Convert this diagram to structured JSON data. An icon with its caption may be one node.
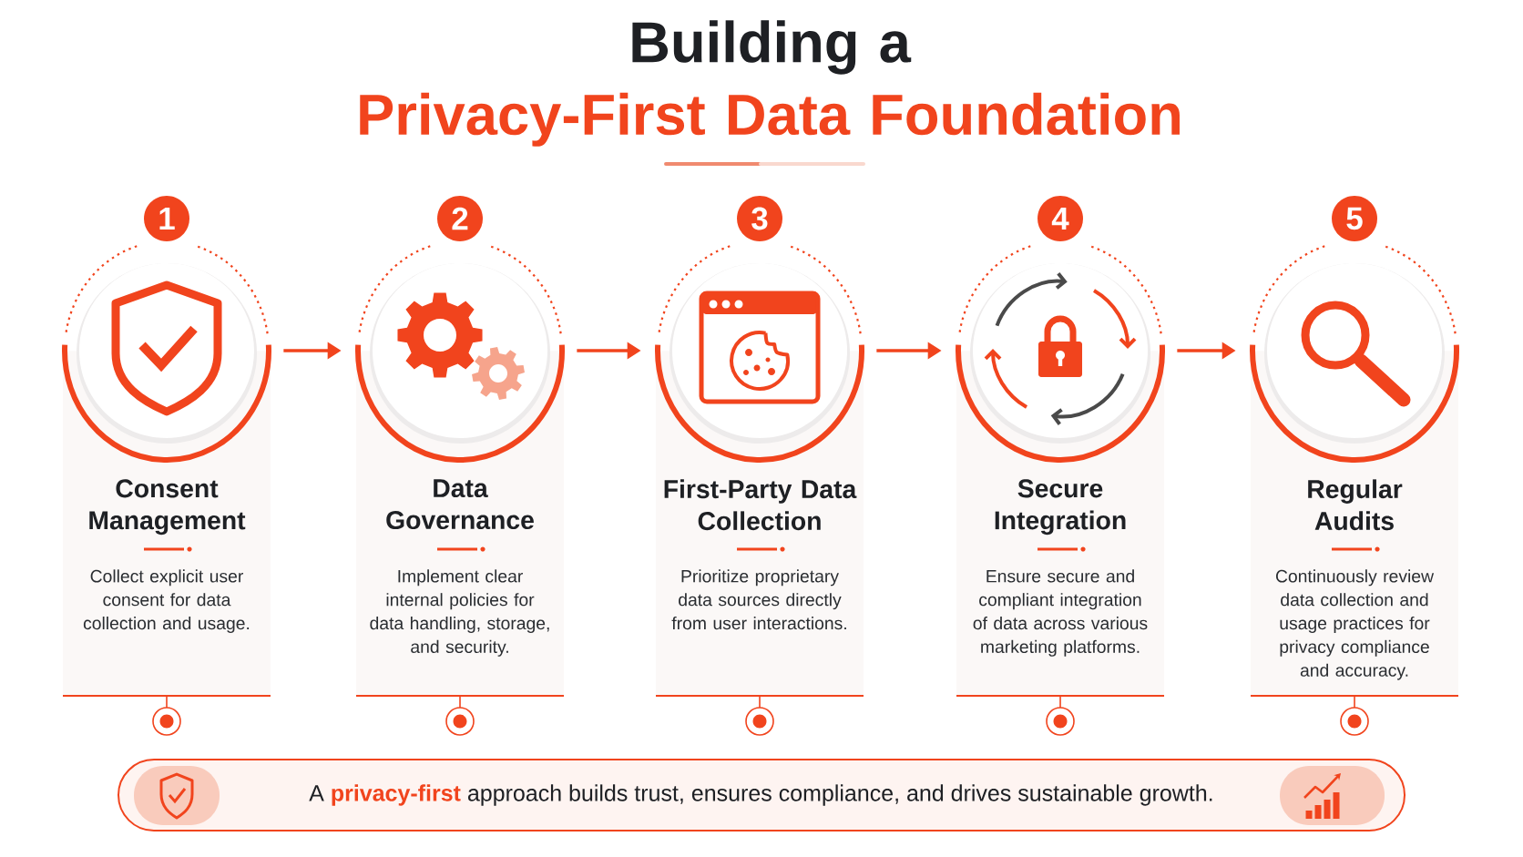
{
  "diagram": {
    "title": "Building a Privacy-First Data Foundation",
    "nodes": [
      {
        "text": [
          "1"
        ]
      },
      {
        "text": [],
        "shape": "circle"
      },
      {
        "text": [
          "Consent Management",
          "Collect explicit user consent for data collection and usage."
        ]
      },
      {
        "text": [
          "2"
        ]
      },
      {
        "text": [],
        "shape": "circle"
      },
      {
        "text": [
          "Data Governance",
          "Implement clear internal policies for data handling, storage, and security."
        ]
      },
      {
        "text": [
          "3"
        ]
      },
      {
        "text": [],
        "shape": "circle"
      },
      {
        "text": [
          "First-Party Data Collection",
          "Prioritize proprietary data sources directly from user interactions."
        ]
      },
      {
        "text": [
          "4"
        ]
      },
      {
        "text": [],
        "shape": "circle"
      },
      {
        "text": [
          "Secure Integration",
          "Ensure secure and compliant integration of data across various marketing platforms."
        ]
      },
      {
        "text": [
          "5"
        ]
      },
      {
        "text": [],
        "shape": "circle"
      },
      {
        "text": [
          "Regular Audits",
          "Continuously review data collection and usage practices for privacy compliance and accuracy."
        ]
      },
      {
        "text": [
          "A **privacy-first** approach builds trust, ensures compliance, and drives sustainable growth."
        ]
      }
    ],
    "edges": [
      {
        "from": 1,
        "to": 4,
        "arrow": "to"
      },
      {
        "from": 4,
        "to": 7,
        "arrow": "to"
      },
      {
        "from": 7,
        "to": 10,
        "arrow": "to"
      },
      {
        "from": 10,
        "to": 13,
        "arrow": "to"
      }
    ]
  }
}
